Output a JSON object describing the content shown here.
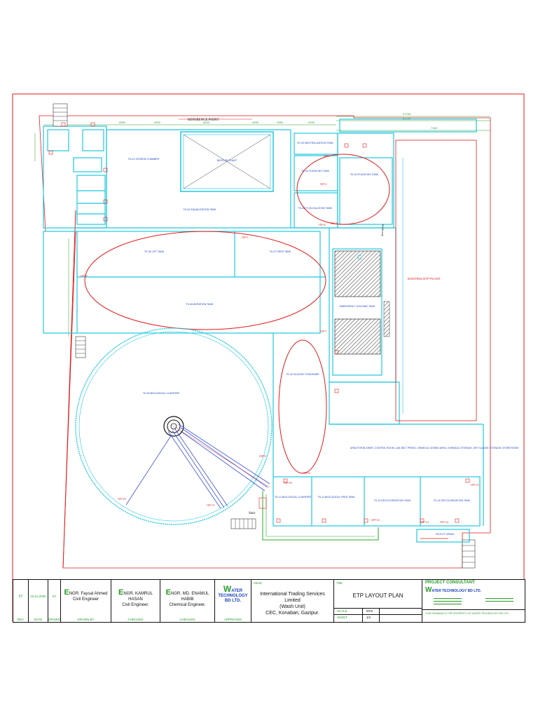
{
  "drawing": {
    "reference_point": "REFERENCE POINT",
    "walkway": "Walkway",
    "existing_plant": "EXISTING ETP PLANT",
    "stair": "Stair",
    "c_label": "C",
    "blower_note": "AREA FOR BLOWER, CONTROL ROOM, LAB, BELT PRESS, CHEMICAL DOSING AREA, CHEMICAL STORAGE, DRY SLUDGE STORAGE, STORE ROOM",
    "tanks": {
      "screen_chamber": "TK-01 SCREEN CHAMBER",
      "biostar": "BIOSTAR PLANT",
      "neutral": "TK-03 NEUTRALIZATION TANK",
      "equal": "TK-02 EQUALIZATION TANK",
      "flash1": "TK-04 FLASH MIX TANK",
      "flash2": "TK-05 FLOCCULATION TANK",
      "lift1": "TK-06 LIFT TANK",
      "lift2": "TK-07 DEEP TANK",
      "lift3": "TK-08 AERATION TANK",
      "emergency": "EMERGENCY HOLDING TANK",
      "bio_clarifier": "TK-09 BIOLOGICAL CLARIFIER",
      "thickener": "TK-10 SLUDGE THICKENER",
      "bio_feed": "TK-11 BIOLOGICAL FEED TANK",
      "bio_clar2": "TK-12 BIOLOGICAL CLARIFIER",
      "decolor1": "TK-13 DECOLORIZATION TANK",
      "decolor2": "TK-14 DECOLORIZATION TANK",
      "outlet": "OUTLET DRAIN"
    },
    "op_labels": [
      "OP-1",
      "OP-2",
      "OP-3",
      "OP-4",
      "OP-5",
      "OP-6",
      "OP-7",
      "OP-8",
      "OP-9",
      "OP-10",
      "OP-11",
      "OP-12",
      "OP-13",
      "OP-14",
      "OP-15",
      "OP-16"
    ]
  },
  "titleblock": {
    "rev_no": "07",
    "date": "19.10.2020",
    "by": "SY",
    "rev_header": "REV.",
    "date_header": "DATE",
    "by_header": "DRAWN",
    "drawn_header": "DRAWN BY",
    "checked_header": "CHECKED",
    "checked2_header": "CHECKED",
    "approved_header": "APPROVED",
    "eng1_initial": "E",
    "eng1_name": "NGR. Faysal Ahmed",
    "eng1_role": "Civil Engineer",
    "eng2_initial": "E",
    "eng2_name": "NGR. KAMRUL HASAN",
    "eng2_role": "Civil Engineer.",
    "eng3_initial": "E",
    "eng3_name": "NGR. MD. ENAMUL HABIB",
    "eng3_role": "Chemical Engineer.",
    "wt_initial": "W",
    "wt_line1": "ATER",
    "wt_line2": "TECHNOLOGY",
    "wt_line3": "BD LTD.",
    "client_label": "Client:",
    "client_line1": "International Trading Services Limited",
    "client_line2": "(Wash Unit)",
    "client_line3": "CEC, Konabari, Gazipur.",
    "title_label": "Title:",
    "title": "ETP LAYOUT PLAN",
    "scale_label": "SCALE",
    "scale": "NTS",
    "sheet_label": "SHEET",
    "sheet": "1/1",
    "consultant_label": "PROJECT CONSULTANT:",
    "consultant_initial": "W",
    "consultant_name": "ATER TECHNOLOGY BD LTD.",
    "footer_note": "THIS DRAWING IS THE PROPERTY OF WATER TECHNOLOGY BD LTD."
  }
}
